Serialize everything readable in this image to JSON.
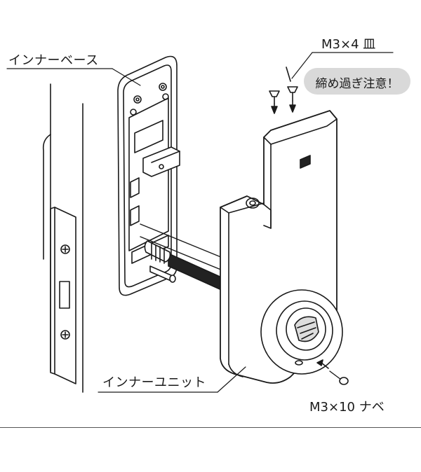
{
  "labels": {
    "inner_base": "インナーベース",
    "screw_top": "M3×4 皿",
    "caution": "締め過ぎ注意！",
    "inner_unit": "インナーユニット",
    "screw_bottom": "M3×10 ナベ"
  },
  "colors": {
    "line": "#1a1a1a",
    "fill_light": "#ffffff",
    "fill_gray": "#d9d9d9",
    "shaft": "#222222"
  }
}
